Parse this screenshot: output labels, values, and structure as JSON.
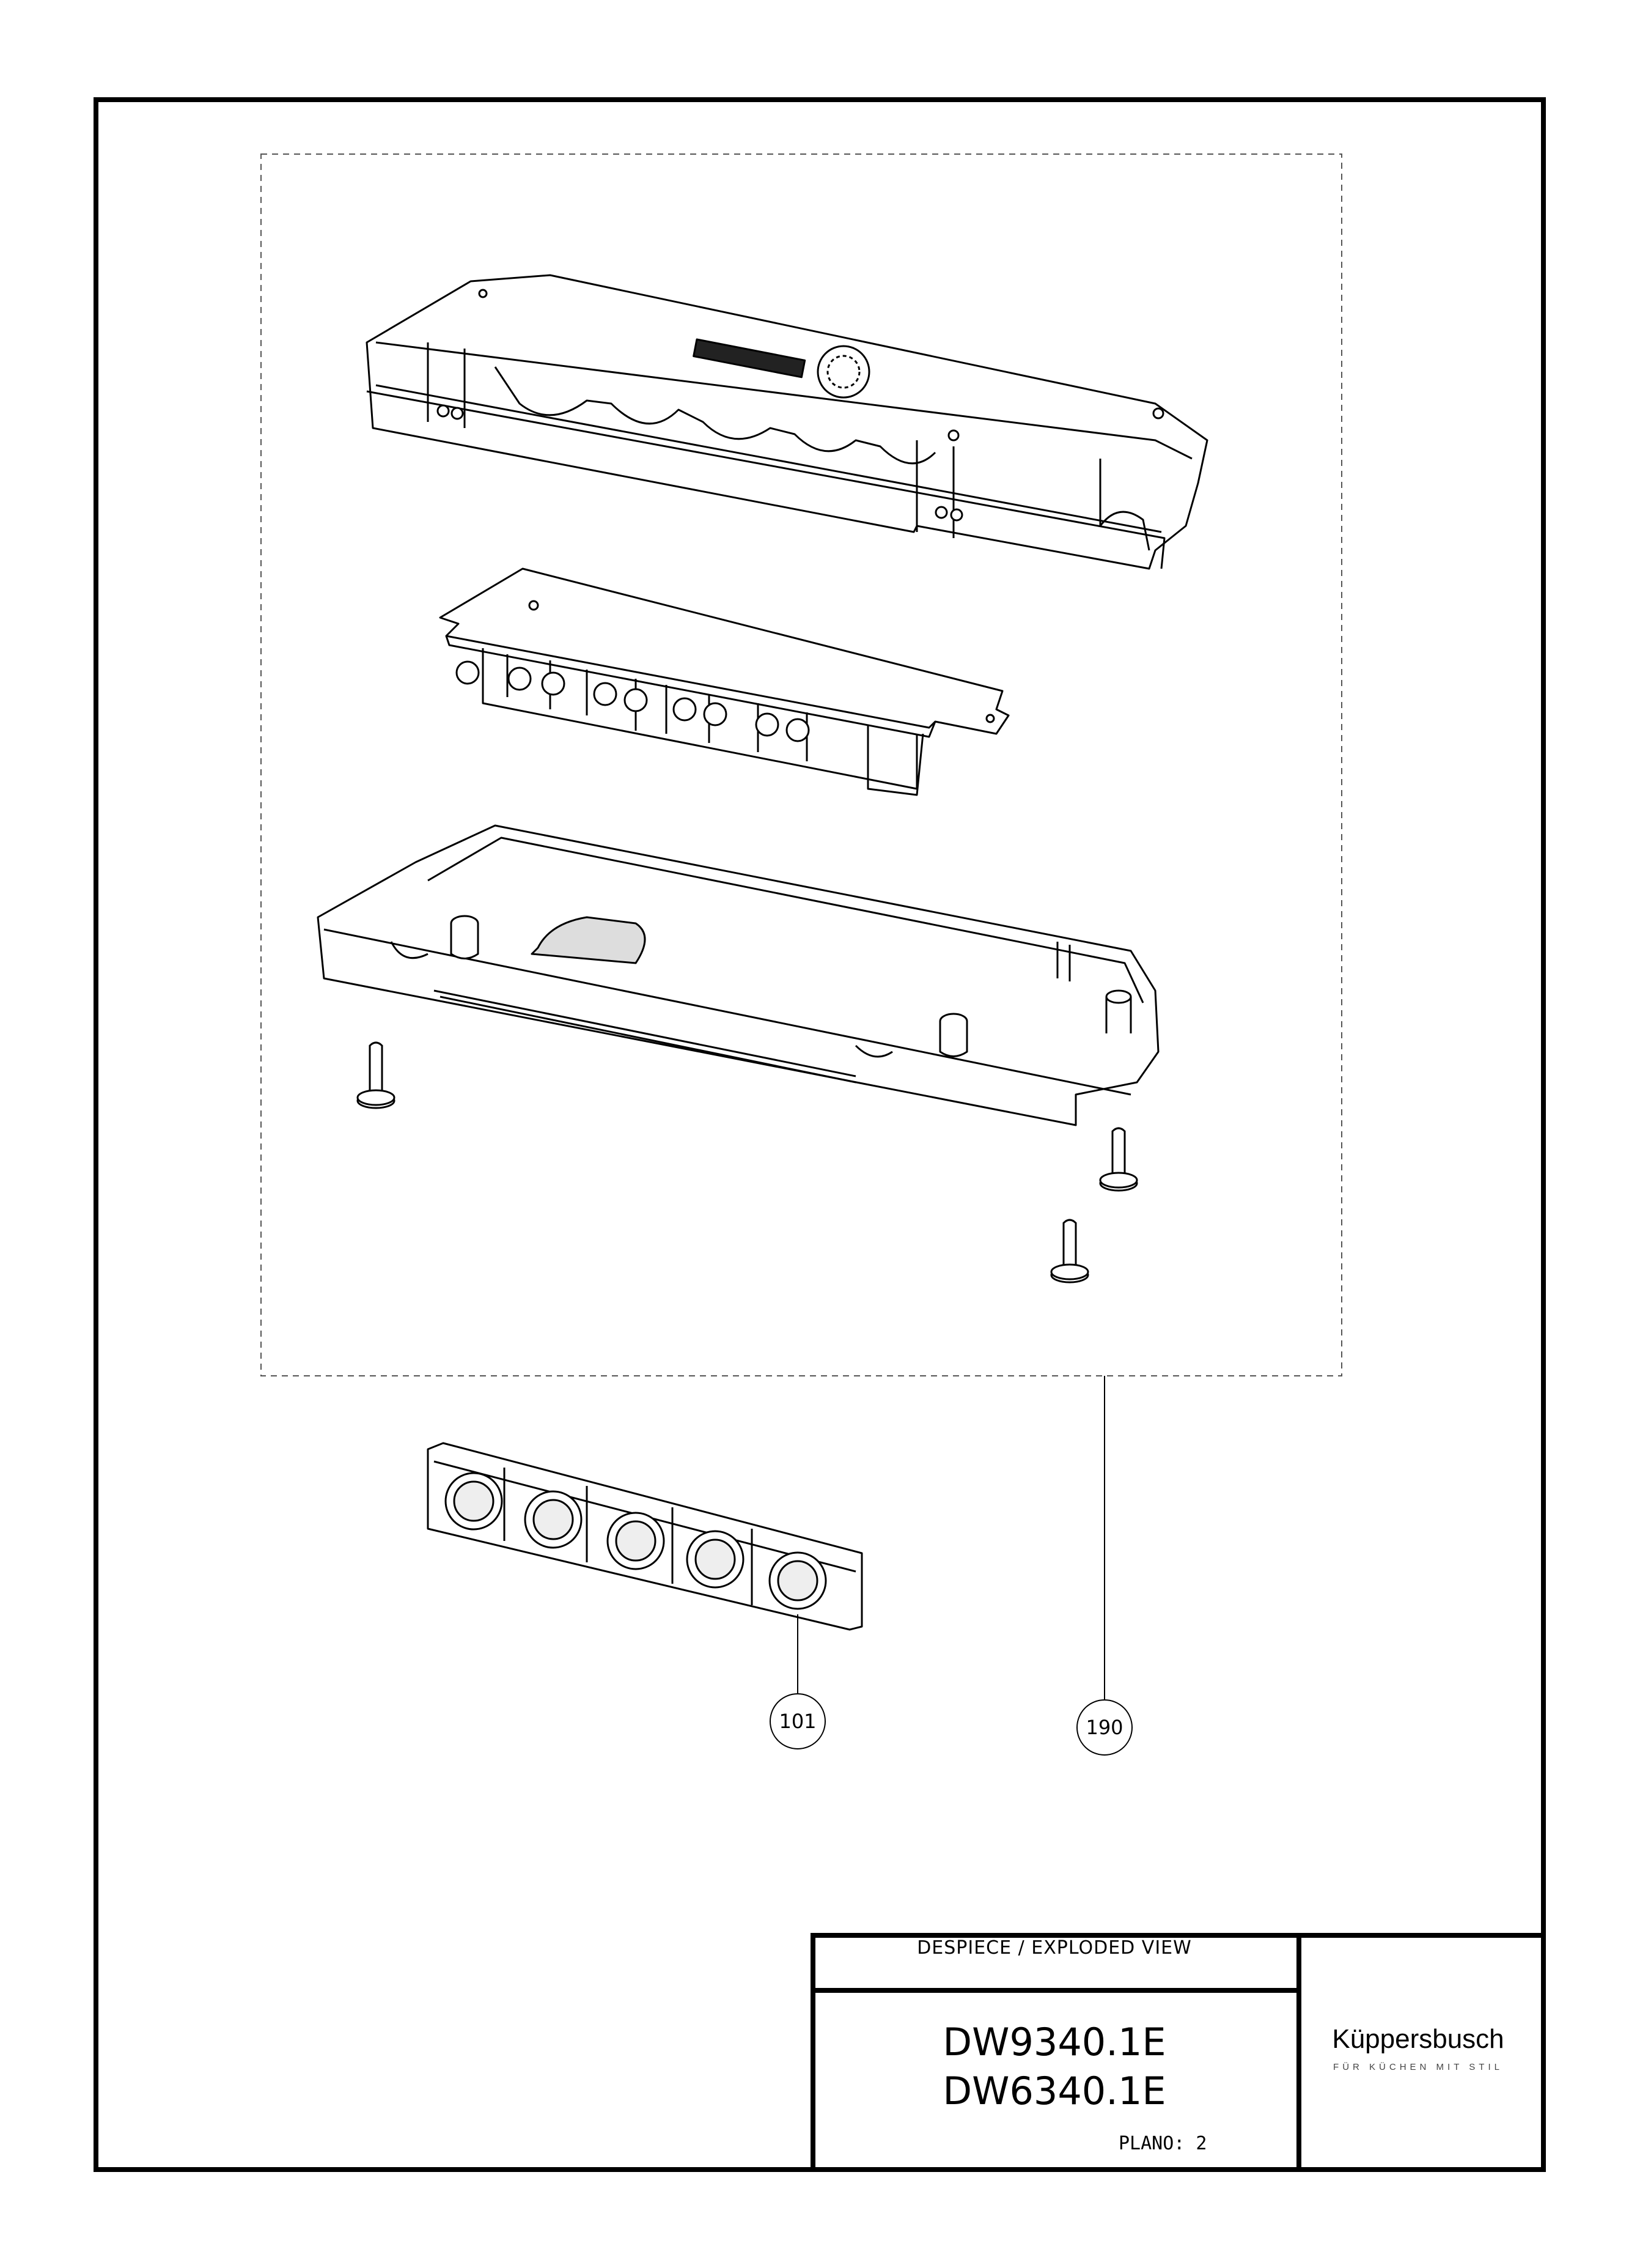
{
  "title_block": {
    "view_title": "DESPIECE / EXPLODED VIEW",
    "model_1": "DW9340.1E",
    "model_2": "DW6340.1E",
    "plano": "PLANO: 2",
    "brand": "Küppersbusch",
    "tagline": "FÜR KÜCHEN MIT STIL"
  },
  "callouts": [
    {
      "label": "101",
      "part": "button-strip"
    },
    {
      "label": "190",
      "part": "control-module-assembly"
    }
  ]
}
